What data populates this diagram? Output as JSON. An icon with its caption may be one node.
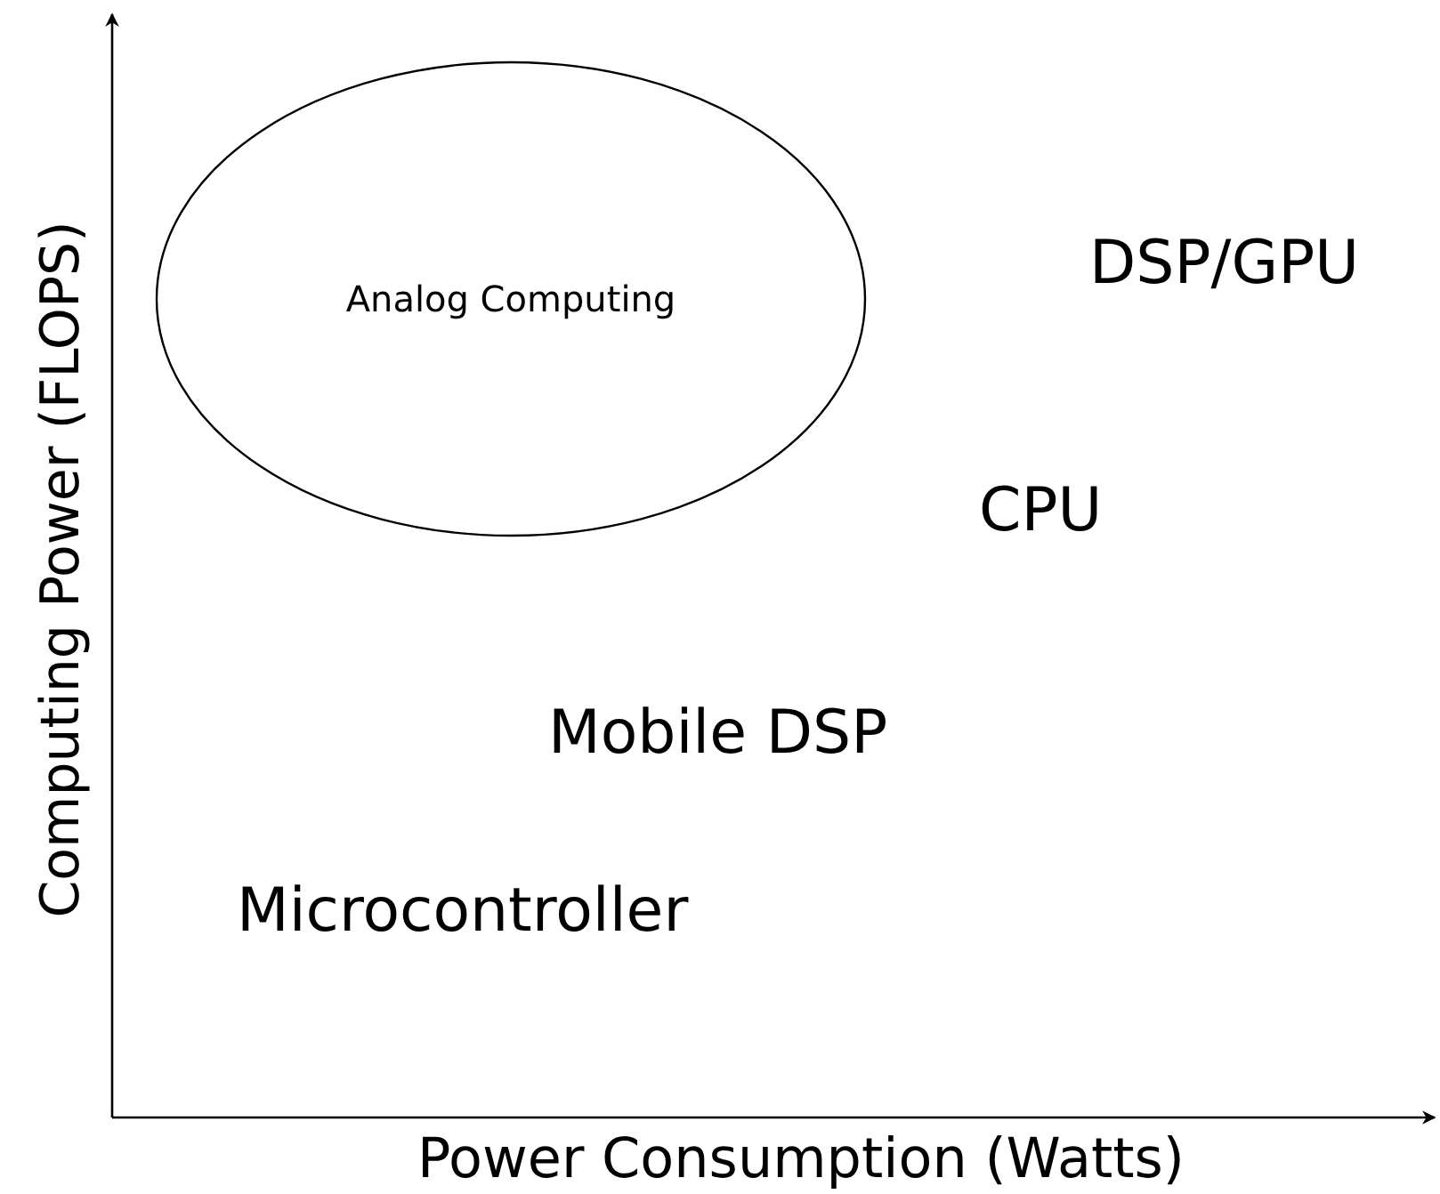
{
  "diagram": {
    "nodes": [
      {
        "text": [
          "Analog Computing"
        ]
      }
    ],
    "labels": [
      "Computing Power (FLOPS)",
      "DSP/GPU",
      "CPU",
      "Mobile DSP",
      "Microcontroller",
      "Power Consumption (Watts)"
    ]
  }
}
